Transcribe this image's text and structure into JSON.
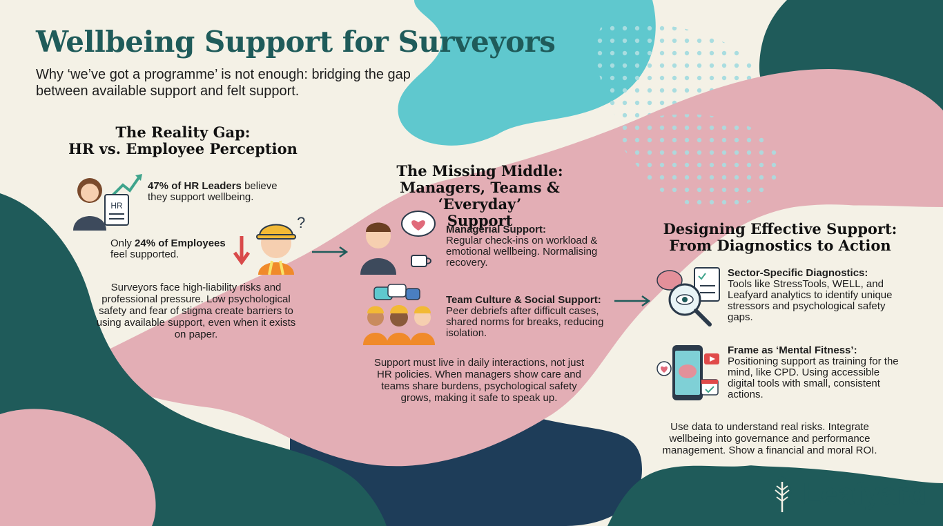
{
  "header": {
    "title": "Wellbeing Support for Surveyors",
    "subtitle": "Why ‘we’ve got a programme’ is not enough: bridging the gap between available support and felt support."
  },
  "reality_gap": {
    "heading_line1": "The Reality Gap:",
    "heading_line2": "HR vs. Employee Perception",
    "hr_stat_bold": "47% of HR Leaders",
    "hr_stat_text": "believe they support wellbeing.",
    "hr_badge": "HR",
    "emp_stat_prefix": "Only ",
    "emp_stat_bold": "24% of Employees",
    "emp_stat_text": "feel supported.",
    "paragraph": "Surveyors face high-liability risks and professional pressure. Low psychological safety and fear of stigma create barriers to using available support, even when it exists on paper."
  },
  "missing_middle": {
    "heading_line1": "The Missing Middle:",
    "heading_line2": "Managers, Teams & ‘Everyday’",
    "heading_line3": "Support",
    "managerial_title": "Managerial Support:",
    "managerial_text": "Regular check-ins on workload & emotional wellbeing. Normalising recovery.",
    "team_title": "Team Culture & Social Support:",
    "team_text": "Peer debriefs after difficult cases, shared norms for breaks, reducing isolation.",
    "paragraph": "Support must live in daily interactions, not just HR policies. When managers show care and teams share burdens, psychological safety grows, making it safe to speak up."
  },
  "designing": {
    "heading_line1": "Designing Effective Support:",
    "heading_line2": "From Diagnostics to Action",
    "diag_title": "Sector-Specific Diagnostics:",
    "diag_text": "Tools like StressTools, WELL, and Leafyard analytics to identify unique stressors and psychological safety gaps.",
    "fitness_title": "Frame as ‘Mental Fitness’:",
    "fitness_text": "Positioning support as training for the mind, like CPD. Using accessible digital tools with small, consistent actions.",
    "paragraph": "Use data to understand real risks. Integrate wellbeing into governance and performance management. Show a financial and moral ROI."
  },
  "brand": {
    "name": "Leafyard"
  },
  "colors": {
    "teal": "#1f5b5a",
    "pink": "#e3aeb5",
    "aqua": "#5fc8ce",
    "navy": "#1e3d59",
    "cream": "#f4f1e6"
  }
}
